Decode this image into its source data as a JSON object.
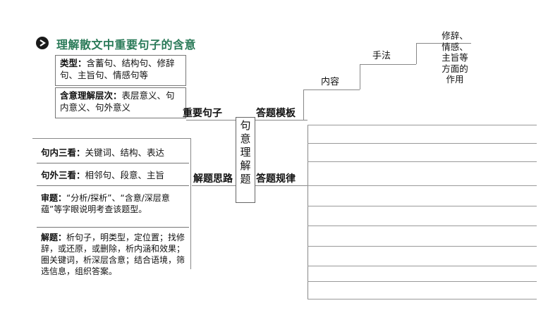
{
  "title": "理解散文中重要句子的含意",
  "box_types": {
    "label": "类型：",
    "text": "含蓄句、结构句、修辞句、主旨句、情感句等"
  },
  "box_levels": {
    "label": "含意理解层次：",
    "text": "表层意义、句内意义、句外意义"
  },
  "node_important": "重要句子",
  "node_template": "答题模板",
  "node_thinking": "解题思路",
  "node_rule": "答题规律",
  "center_vertical": [
    "句",
    "意",
    "理",
    "解",
    "题"
  ],
  "box_inner": {
    "label": "句内三看：",
    "text": "关键词、结构、表达"
  },
  "box_outer": {
    "label": "句外三看：",
    "text": "相邻句、段意、主旨"
  },
  "box_review": {
    "label": "审题：",
    "text": "“分析/探析”、“含意/深层意蕴”等字眼说明考查该题型。"
  },
  "box_solve": {
    "label": "解题：",
    "text": "析句子，明类型，定位置；找修辞，或还原，或删除，析内涵和效果；圈关键词，析深层含意；结合语境，筛选信息，组织答案。"
  },
  "steps": {
    "content": "内容",
    "method": "手法",
    "rhetoric": "修辞、情感、主旨等方面的作用"
  }
}
